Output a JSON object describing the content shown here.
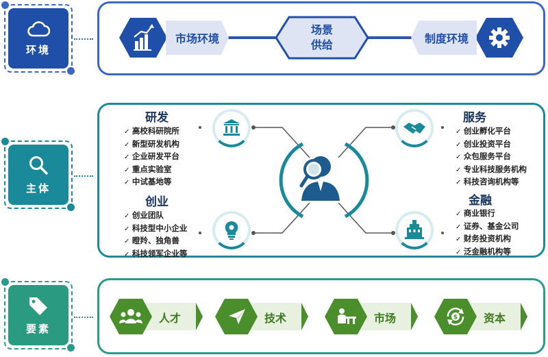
{
  "colors": {
    "blue": "#1f4fa8",
    "blue_light": "#dfe4f4",
    "teal": "#1a8a9a",
    "teal_light": "#e3f1f3",
    "green": "#3f8a2a",
    "green_light": "#e8f0e0"
  },
  "categories": {
    "environment": "环境",
    "subject": "主体",
    "elements": "要素"
  },
  "environment_row": {
    "items": [
      {
        "icon": "growth-chart-icon",
        "label": "市场环境"
      },
      {
        "icon": "",
        "label": "场景供给"
      },
      {
        "icon": "gear-icon",
        "label": "制度环境"
      }
    ]
  },
  "subject_row": {
    "center_icon": "person-magnifier-icon",
    "research": {
      "title": "研发",
      "icon": "institution-icon",
      "items": [
        "高校科研院所",
        "新型研发机构",
        "企业研发平台",
        "重点实验室",
        "中试基地等"
      ]
    },
    "startup": {
      "title": "创业",
      "icon": "lightbulb-gear-icon",
      "items": [
        "创业团队",
        "科技型中小企业",
        "瞪羚、独角兽",
        "科技领军企业等"
      ]
    },
    "service": {
      "title": "服务",
      "icon": "handshake-icon",
      "items": [
        "创业孵化平台",
        "创业投资平台",
        "众包服务平台",
        "专业科技服务机构",
        "科技咨询机构等"
      ]
    },
    "finance": {
      "title": "金融",
      "icon": "bank-building-icon",
      "items": [
        "商业银行",
        "证券、基金公司",
        "财务投资机构",
        "泛金融机构等"
      ]
    }
  },
  "elements_row": {
    "items": [
      {
        "icon": "people-icon",
        "label": "人才"
      },
      {
        "icon": "paper-plane-icon",
        "label": "技术"
      },
      {
        "icon": "market-stall-icon",
        "label": "市场"
      },
      {
        "icon": "money-cycle-icon",
        "label": "资本"
      }
    ]
  }
}
